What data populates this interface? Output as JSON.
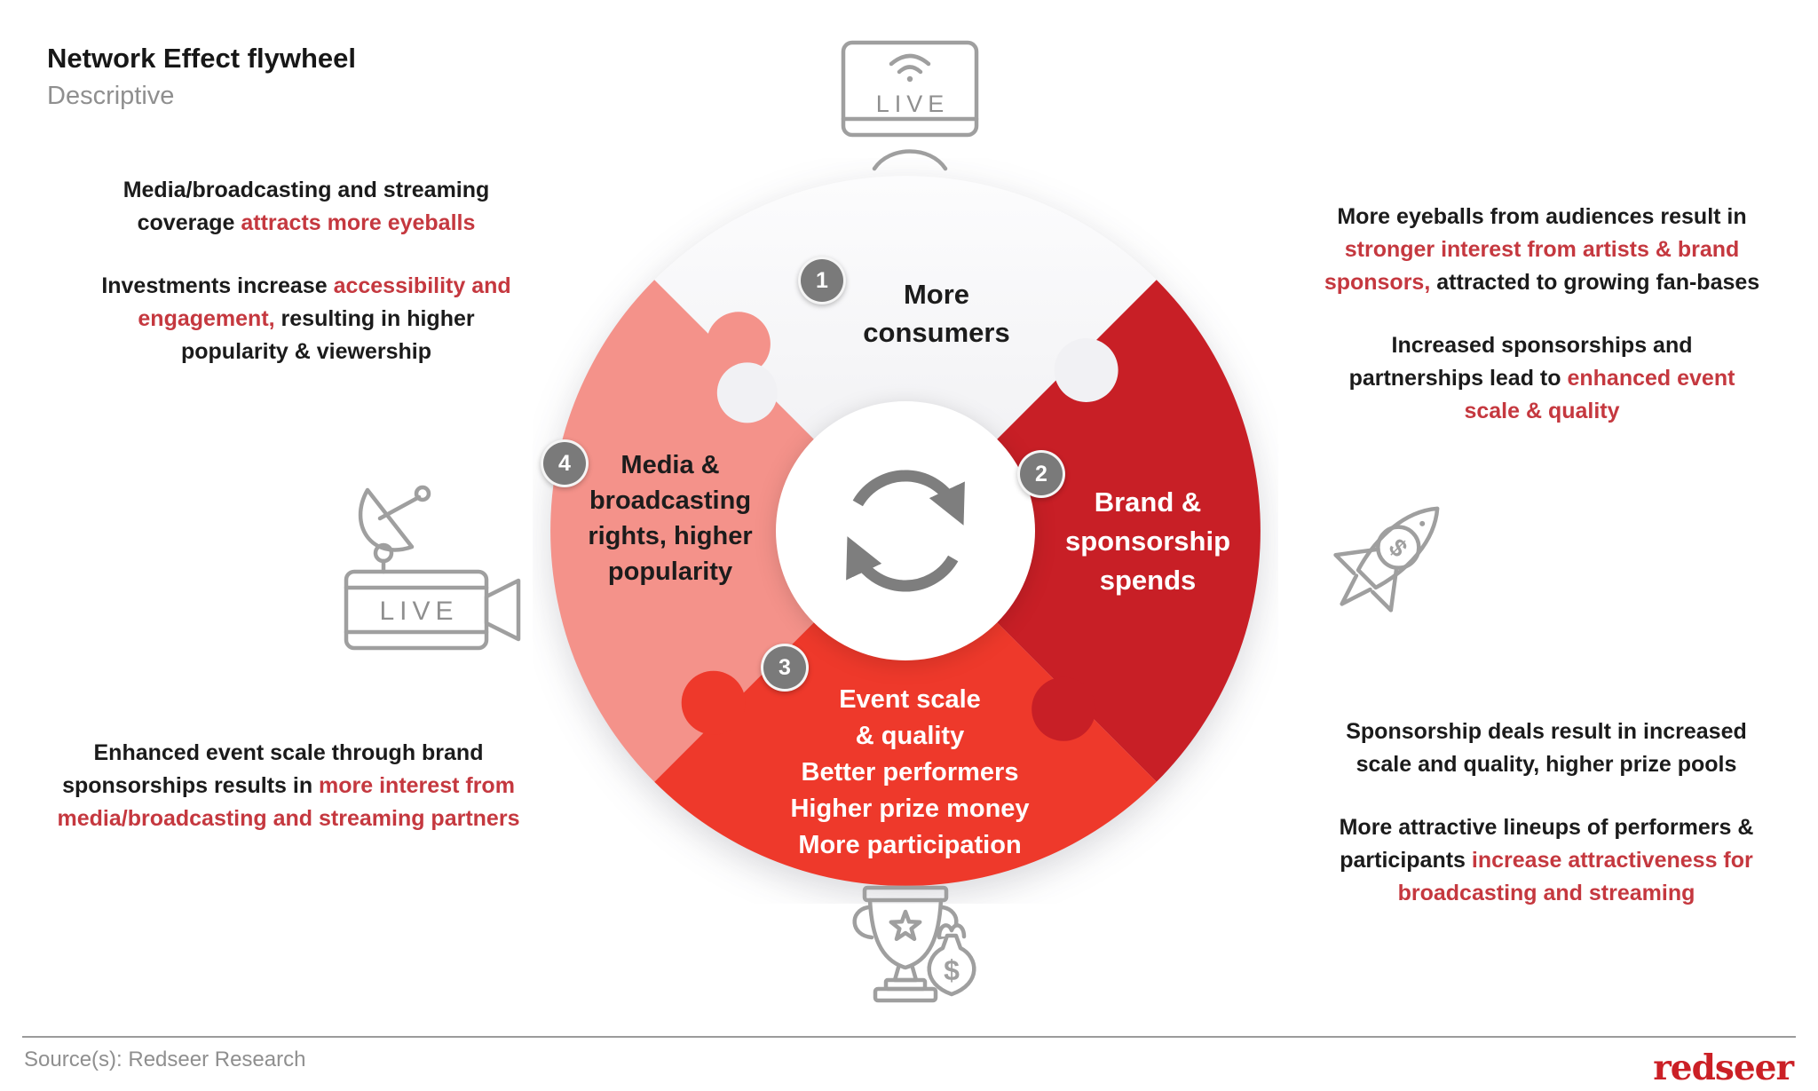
{
  "header": {
    "title": "Network Effect flywheel",
    "subtitle": "Descriptive"
  },
  "annotations": {
    "left_top": {
      "p1": [
        {
          "text": "Media/broadcasting and streaming coverage "
        },
        {
          "text": "attracts more eyeballs",
          "red": true
        }
      ],
      "p2": [
        {
          "text": "Investments increase "
        },
        {
          "text": "accessibility and engagement,",
          "red": true
        },
        {
          "text": " resulting in higher popularity & viewership"
        }
      ]
    },
    "left_bottom": {
      "p1": [
        {
          "text": "Enhanced event scale through brand sponsorships results in "
        },
        {
          "text": "more interest from media/broadcasting and streaming partners",
          "red": true
        }
      ]
    },
    "right_top": {
      "p1": [
        {
          "text": "More eyeballs from audiences result in "
        },
        {
          "text": "stronger interest from artists & brand sponsors,",
          "red": true
        },
        {
          "text": " attracted to growing fan-bases"
        }
      ],
      "p2": [
        {
          "text": "Increased sponsorships and partnerships lead to "
        },
        {
          "text": "enhanced event scale & quality",
          "red": true
        }
      ]
    },
    "right_bottom": {
      "p1": [
        {
          "text": "Sponsorship deals result in increased scale and quality, higher prize pools"
        }
      ],
      "p2": [
        {
          "text": "More attractive lineups of performers & participants "
        },
        {
          "text": "increase attractiveness for broadcasting and streaming",
          "red": true
        }
      ]
    }
  },
  "wheel": {
    "segments": [
      {
        "num": "1",
        "label": "More\nconsumers",
        "color": "#F2F2F4",
        "text_color": "#1C1C1C"
      },
      {
        "num": "2",
        "label": "Brand &\nsponsorship\nspends",
        "color": "#C81F26",
        "text_color": "#FFFFFF"
      },
      {
        "num": "3",
        "label": "Event scale\n& quality\nBetter performers\nHigher prize money\nMore participation",
        "color": "#EE392B",
        "text_color": "#FFFFFF"
      },
      {
        "num": "4",
        "label": "Media &\nbroadcasting\nrights, higher\npopularity",
        "color": "#F4928A",
        "text_color": "#1C1C1C"
      }
    ],
    "badge_color": "#7A7A7A",
    "center_icon": "cycle-arrows"
  },
  "icons": {
    "tv_live_label": "LIVE",
    "camera_live_label": "LIVE",
    "rocket_dollar": "$",
    "bag_dollar": "$"
  },
  "footer": {
    "source": "Source(s): Redseer Research",
    "logo": "redseer"
  },
  "colors": {
    "accent_red_text": "#C5383F",
    "dark_red": "#C81F26",
    "bright_red": "#EE392B",
    "pink": "#F4928A",
    "light_segment": "#F2F2F4",
    "icon_gray": "#9F9F9F"
  }
}
